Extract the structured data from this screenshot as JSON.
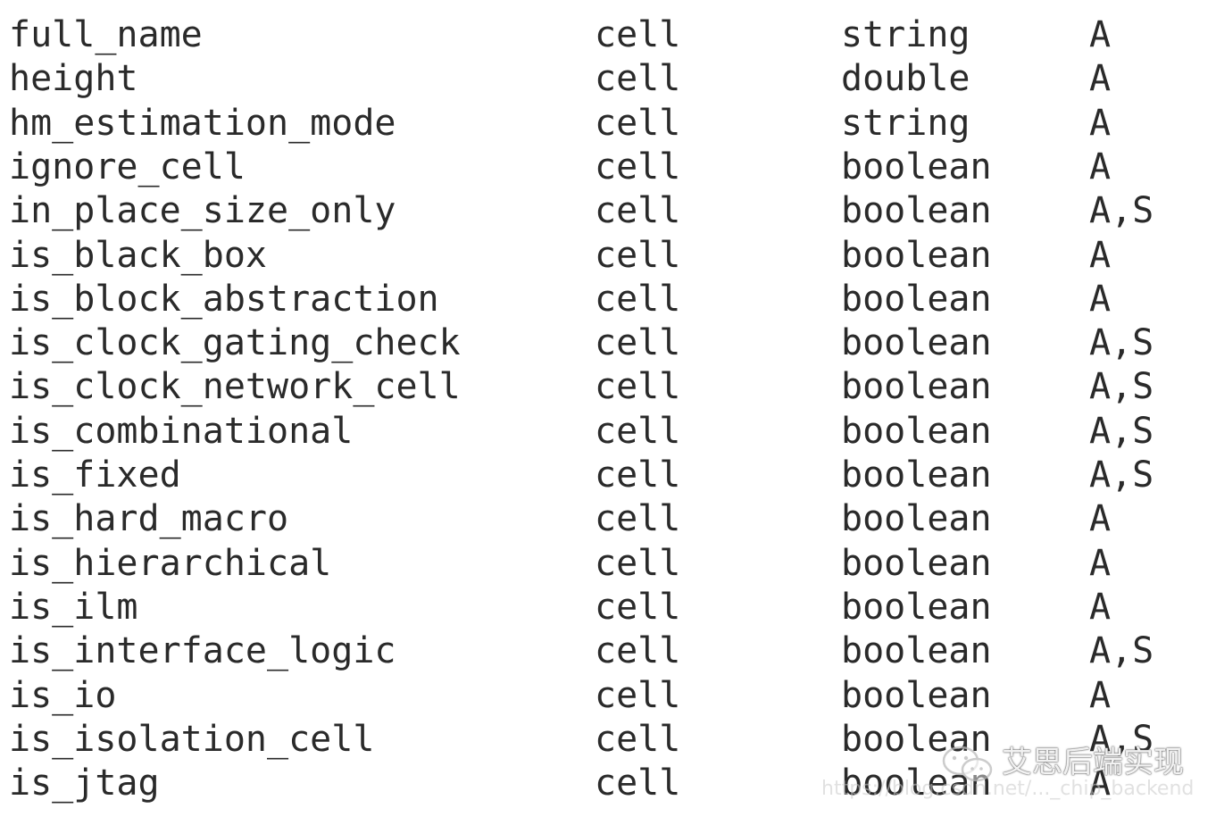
{
  "attributes": [
    {
      "name": "full_name",
      "object": "cell",
      "type": "string",
      "access": "A"
    },
    {
      "name": "height",
      "object": "cell",
      "type": "double",
      "access": "A"
    },
    {
      "name": "hm_estimation_mode",
      "object": "cell",
      "type": "string",
      "access": "A"
    },
    {
      "name": "ignore_cell",
      "object": "cell",
      "type": "boolean",
      "access": "A"
    },
    {
      "name": "in_place_size_only",
      "object": "cell",
      "type": "boolean",
      "access": "A,S"
    },
    {
      "name": "is_black_box",
      "object": "cell",
      "type": "boolean",
      "access": "A"
    },
    {
      "name": "is_block_abstraction",
      "object": "cell",
      "type": "boolean",
      "access": "A"
    },
    {
      "name": "is_clock_gating_check",
      "object": "cell",
      "type": "boolean",
      "access": "A,S"
    },
    {
      "name": "is_clock_network_cell",
      "object": "cell",
      "type": "boolean",
      "access": "A,S"
    },
    {
      "name": "is_combinational",
      "object": "cell",
      "type": "boolean",
      "access": "A,S"
    },
    {
      "name": "is_fixed",
      "object": "cell",
      "type": "boolean",
      "access": "A,S"
    },
    {
      "name": "is_hard_macro",
      "object": "cell",
      "type": "boolean",
      "access": "A"
    },
    {
      "name": "is_hierarchical",
      "object": "cell",
      "type": "boolean",
      "access": "A"
    },
    {
      "name": "is_ilm",
      "object": "cell",
      "type": "boolean",
      "access": "A"
    },
    {
      "name": "is_interface_logic",
      "object": "cell",
      "type": "boolean",
      "access": "A,S"
    },
    {
      "name": "is_io",
      "object": "cell",
      "type": "boolean",
      "access": "A"
    },
    {
      "name": "is_isolation_cell",
      "object": "cell",
      "type": "boolean",
      "access": "A,S"
    },
    {
      "name": "is_jtag",
      "object": "cell",
      "type": "boolean",
      "access": "A"
    }
  ],
  "watermark": {
    "icon": "wechat-icon",
    "label": "艾思后端实现",
    "url": "https://blog.csdn.net/..._chip_backend"
  }
}
